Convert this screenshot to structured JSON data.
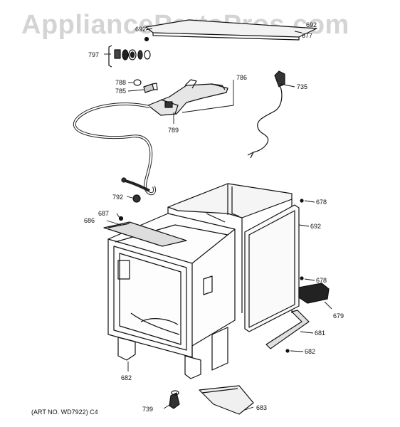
{
  "watermark": "AppliancePartsPros.com",
  "art_number": "(ART NO. WD7922) C4",
  "part_labels": {
    "p692a": "692",
    "p677": "677",
    "p692b": "692",
    "p797": "797",
    "p786": "786",
    "p788": "788",
    "p785": "785",
    "p735": "735",
    "p789": "789",
    "p792": "792",
    "p678a": "678",
    "p687": "687",
    "p686": "686",
    "p692c": "692",
    "p678b": "678",
    "p679": "679",
    "p681": "681",
    "p682a": "682",
    "p682b": "682",
    "p739": "739",
    "p683": "683"
  }
}
